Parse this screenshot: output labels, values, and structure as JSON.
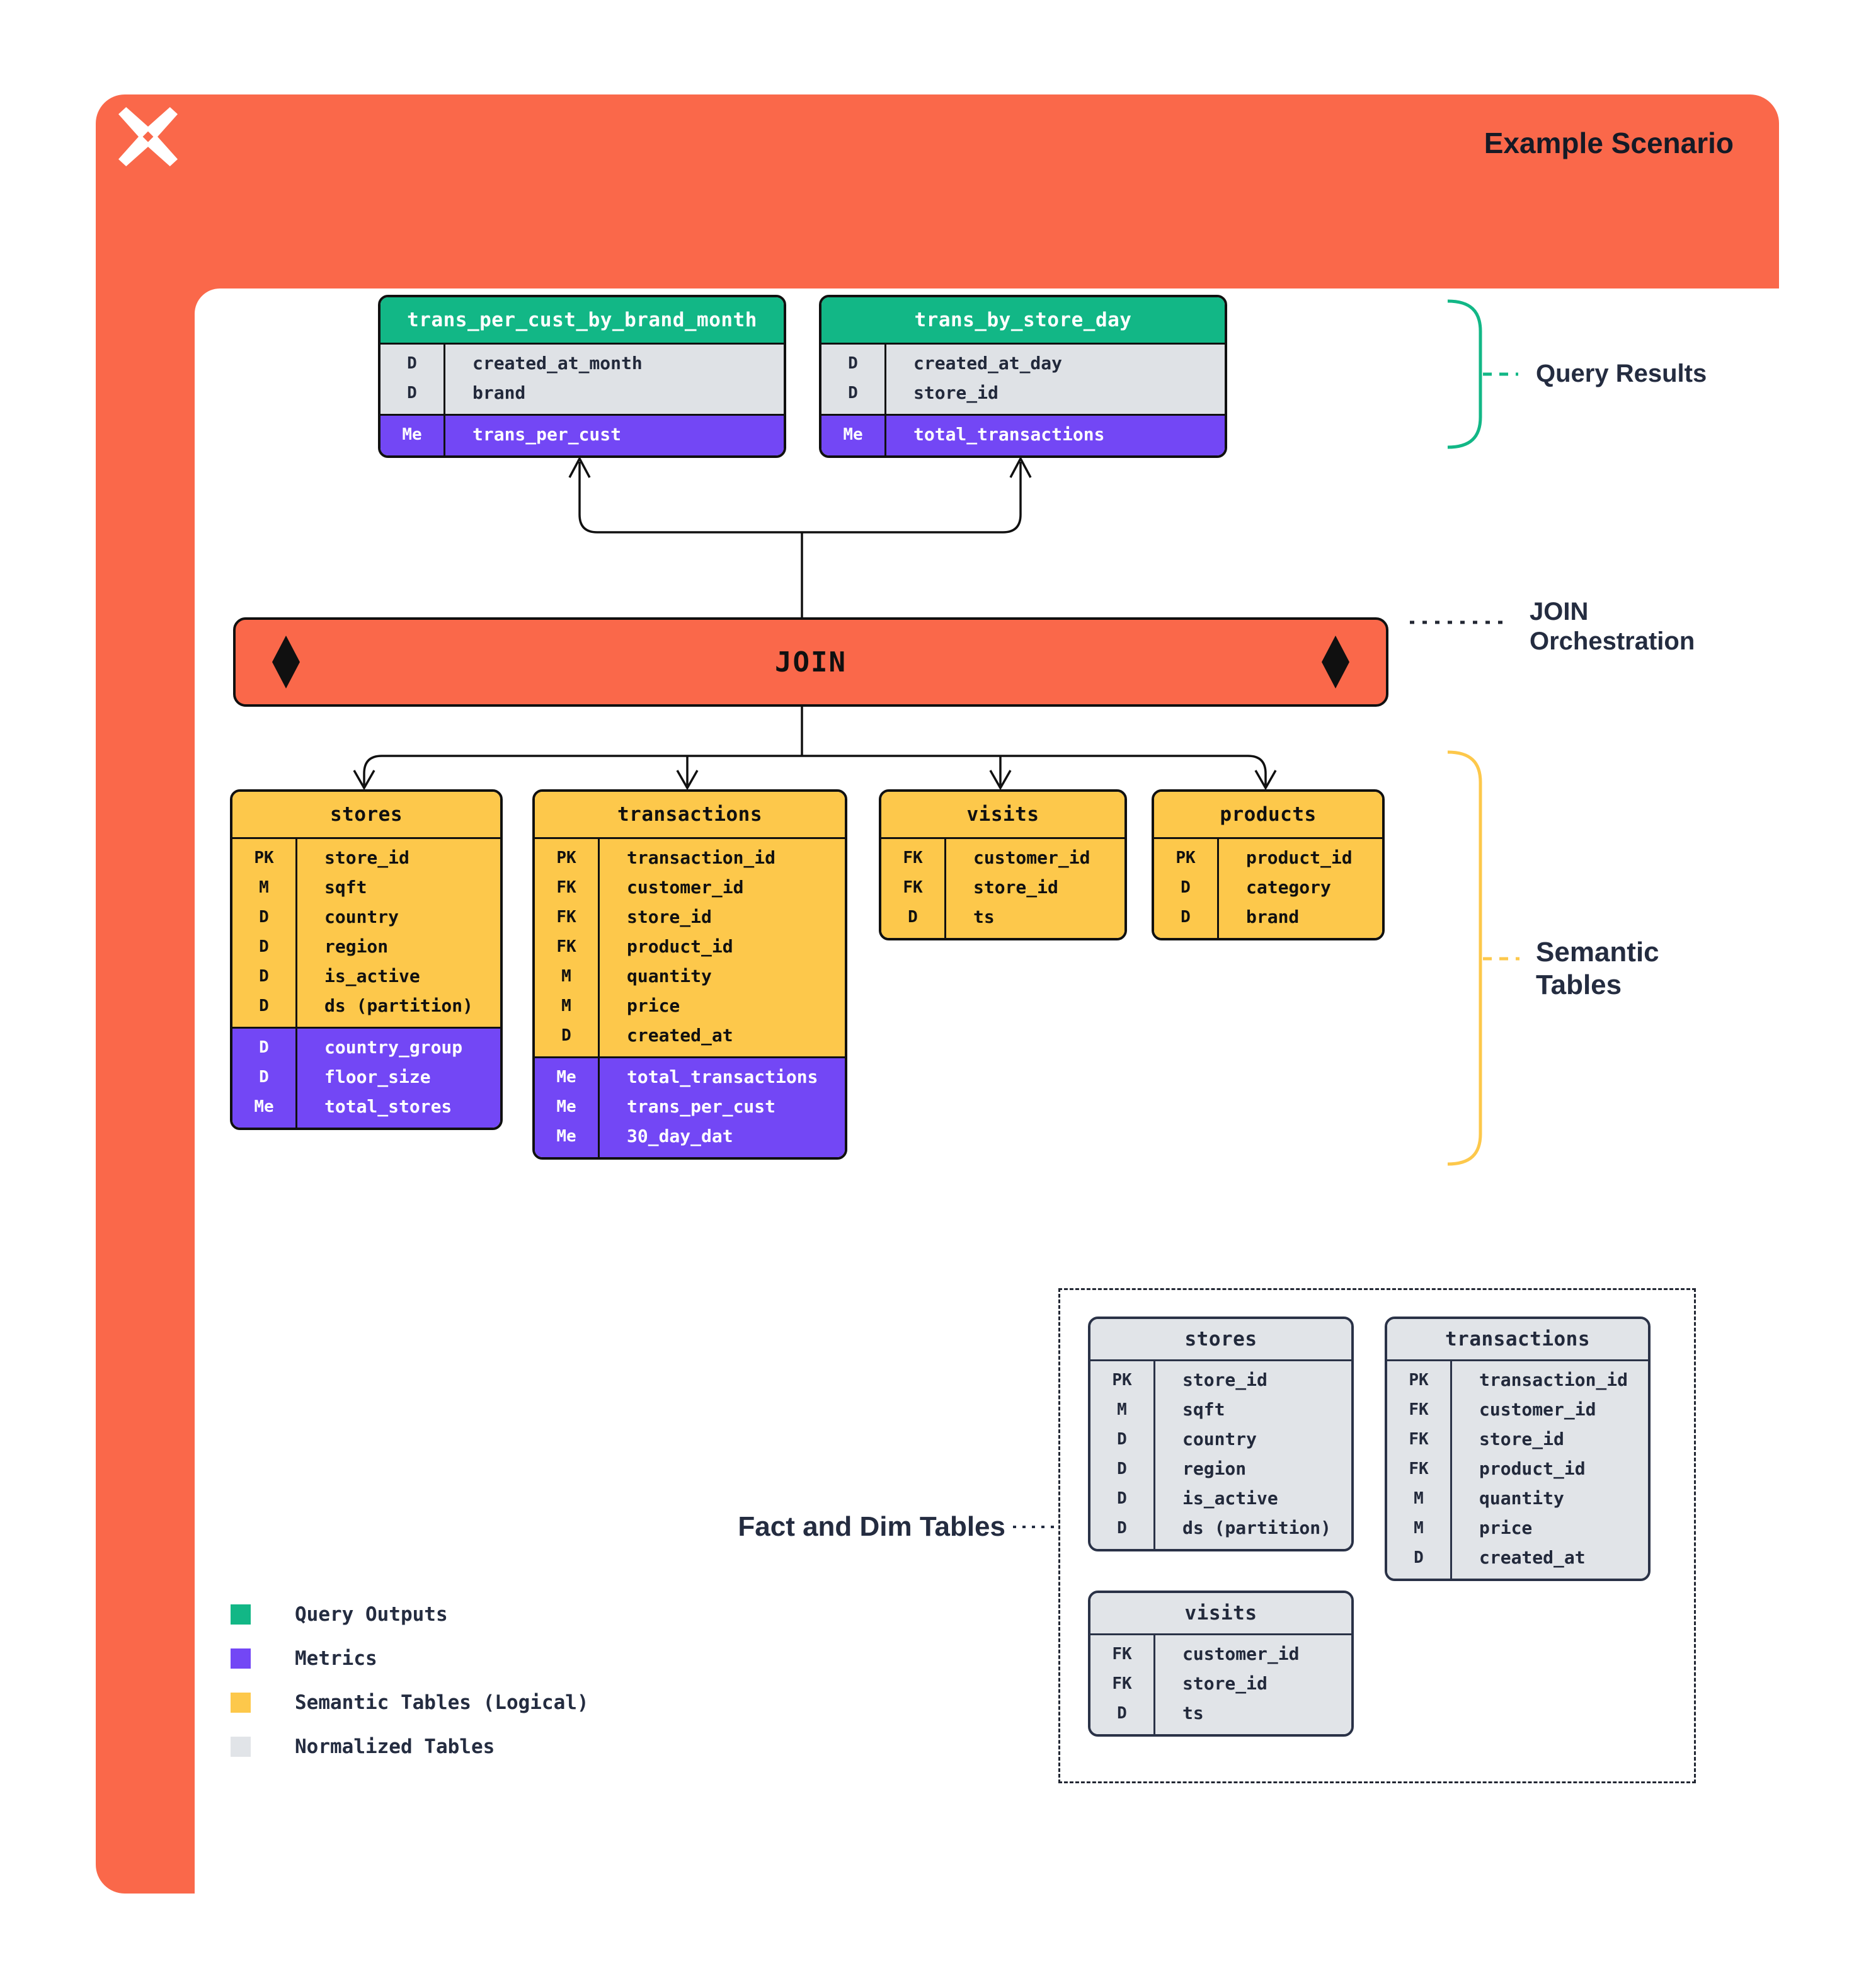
{
  "header": {
    "title": "Example Scenario"
  },
  "colors": {
    "accent_orange": "#FA684A",
    "teal": "#12B786",
    "purple": "#7347F5",
    "yellow": "#FDC84B",
    "normalized_gray": "#E1E4E8",
    "navy_text": "#242C40"
  },
  "join_bar": {
    "label": "JOIN"
  },
  "annotations": {
    "query_results": "Query Results",
    "join_line1": "JOIN",
    "join_line2": "Orchestration",
    "semantic_line1": "Semantic",
    "semantic_line2": "Tables",
    "fact_dim": "Fact and Dim Tables"
  },
  "query_tables": [
    {
      "name": "trans_per_cust_by_brand_month",
      "dims": [
        [
          "D",
          "created_at_month"
        ],
        [
          "D",
          "brand"
        ]
      ],
      "metrics": [
        [
          "Me",
          "trans_per_cust"
        ]
      ]
    },
    {
      "name": "trans_by_store_day",
      "dims": [
        [
          "D",
          "created_at_day"
        ],
        [
          "D",
          "store_id"
        ]
      ],
      "metrics": [
        [
          "Me",
          "total_transactions"
        ]
      ]
    }
  ],
  "semantic_tables": [
    {
      "name": "stores",
      "columns": [
        [
          "PK",
          "store_id"
        ],
        [
          "M",
          "sqft"
        ],
        [
          "D",
          "country"
        ],
        [
          "D",
          "region"
        ],
        [
          "D",
          "is_active"
        ],
        [
          "D",
          "ds (partition)"
        ]
      ],
      "metrics": [
        [
          "D",
          "country_group"
        ],
        [
          "D",
          "floor_size"
        ],
        [
          "Me",
          "total_stores"
        ]
      ]
    },
    {
      "name": "transactions",
      "columns": [
        [
          "PK",
          "transaction_id"
        ],
        [
          "FK",
          "customer_id"
        ],
        [
          "FK",
          "store_id"
        ],
        [
          "FK",
          "product_id"
        ],
        [
          "M",
          "quantity"
        ],
        [
          "M",
          "price"
        ],
        [
          "D",
          "created_at"
        ]
      ],
      "metrics": [
        [
          "Me",
          "total_transactions"
        ],
        [
          "Me",
          "trans_per_cust"
        ],
        [
          "Me",
          "30_day_dat"
        ]
      ]
    },
    {
      "name": "visits",
      "columns": [
        [
          "FK",
          "customer_id"
        ],
        [
          "FK",
          "store_id"
        ],
        [
          "D",
          "ts"
        ]
      ],
      "metrics": []
    },
    {
      "name": "products",
      "columns": [
        [
          "PK",
          "product_id"
        ],
        [
          "D",
          "category"
        ],
        [
          "D",
          "brand"
        ]
      ],
      "metrics": []
    }
  ],
  "normalized_tables": [
    {
      "name": "stores",
      "columns": [
        [
          "PK",
          "store_id"
        ],
        [
          "M",
          "sqft"
        ],
        [
          "D",
          "country"
        ],
        [
          "D",
          "region"
        ],
        [
          "D",
          "is_active"
        ],
        [
          "D",
          "ds (partition)"
        ]
      ]
    },
    {
      "name": "transactions",
      "columns": [
        [
          "PK",
          "transaction_id"
        ],
        [
          "FK",
          "customer_id"
        ],
        [
          "FK",
          "store_id"
        ],
        [
          "FK",
          "product_id"
        ],
        [
          "M",
          "quantity"
        ],
        [
          "M",
          "price"
        ],
        [
          "D",
          "created_at"
        ]
      ]
    },
    {
      "name": "visits",
      "columns": [
        [
          "FK",
          "customer_id"
        ],
        [
          "FK",
          "store_id"
        ],
        [
          "D",
          "ts"
        ]
      ]
    }
  ],
  "legend": {
    "items": [
      {
        "label": "Query Outputs",
        "color": "#12B786"
      },
      {
        "label": "Metrics",
        "color": "#7347F5"
      },
      {
        "label": "Semantic Tables (Logical)",
        "color": "#FDC84B"
      },
      {
        "label": "Normalized Tables",
        "color": "#E1E4E8"
      }
    ]
  }
}
